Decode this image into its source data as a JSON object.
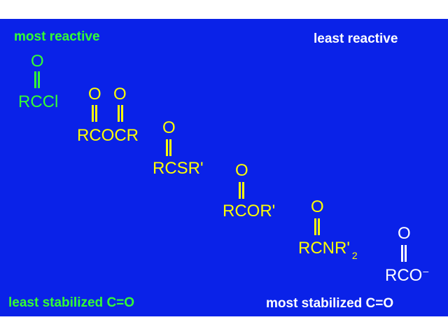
{
  "labels": {
    "most_reactive": "most reactive",
    "least_reactive": "least reactive",
    "least_stabilized": "least stabilized C=O",
    "most_stabilized": "most stabilized C=O"
  },
  "compounds": {
    "acyl_chloride": {
      "oxygen": "O",
      "formula": "RCCl"
    },
    "anhydride": {
      "oxygen_1": "O",
      "oxygen_2": "O",
      "formula": "RCOCR"
    },
    "thioester": {
      "oxygen": "O",
      "formula": "RCSR'"
    },
    "ester": {
      "oxygen": "O",
      "formula": "RCOR'"
    },
    "amide": {
      "oxygen": "O",
      "formula": "RCNR'",
      "subscript": "2"
    },
    "carboxylate": {
      "oxygen": "O",
      "formula": "RCO",
      "superscript": "–"
    }
  },
  "colors": {
    "background": "#0a22e8",
    "green": "#33ff33",
    "yellow": "#ffff00",
    "white": "#ffffff"
  }
}
